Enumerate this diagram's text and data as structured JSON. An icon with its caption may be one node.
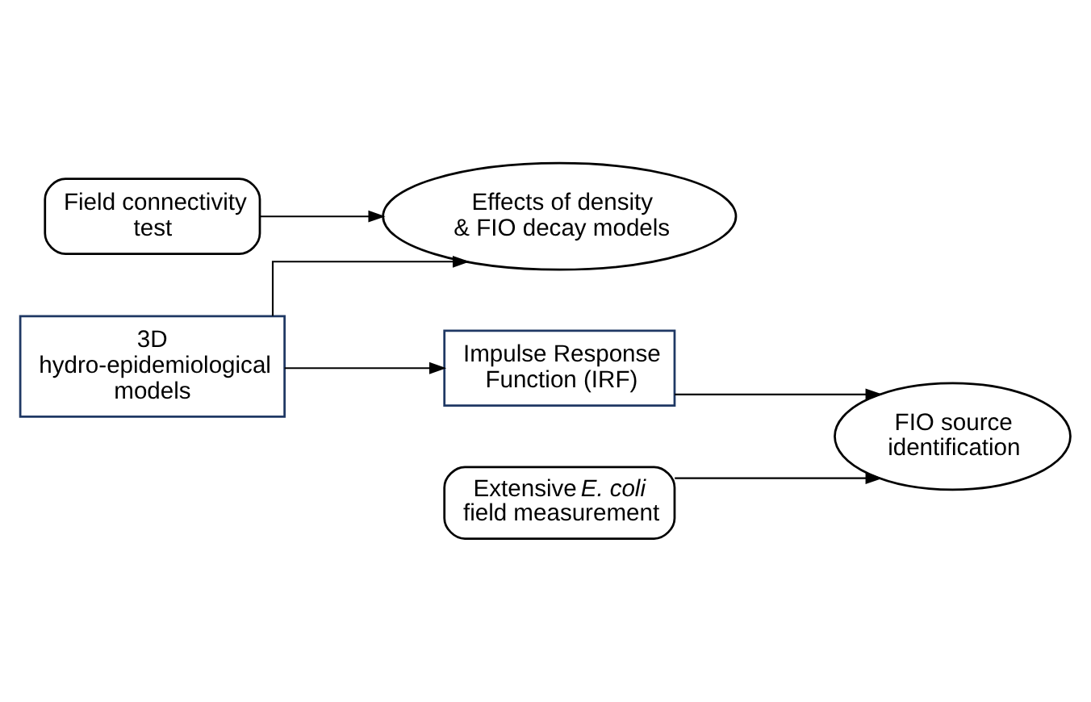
{
  "diagram": {
    "nodes": [
      {
        "text": [
          "Field connectivity test"
        ]
      },
      {
        "text": [
          "Effects of density & FIO decay models"
        ]
      },
      {
        "text": [
          "3D hydro-epidemiological models"
        ]
      },
      {
        "text": [
          "Impulse Response Function (IRF)"
        ]
      },
      {
        "text": [
          "Extensive *E. coli* field measurement"
        ]
      },
      {
        "text": [
          "FIO source identification"
        ]
      }
    ],
    "edges": [
      {
        "from": 0,
        "to": 1,
        "arrow": "to"
      },
      {
        "from": 2,
        "to": 1,
        "arrow": "to"
      },
      {
        "from": 2,
        "to": 3,
        "arrow": "to"
      },
      {
        "from": 3,
        "to": 5,
        "arrow": "to"
      },
      {
        "from": 4,
        "to": 5,
        "arrow": "to"
      }
    ]
  }
}
